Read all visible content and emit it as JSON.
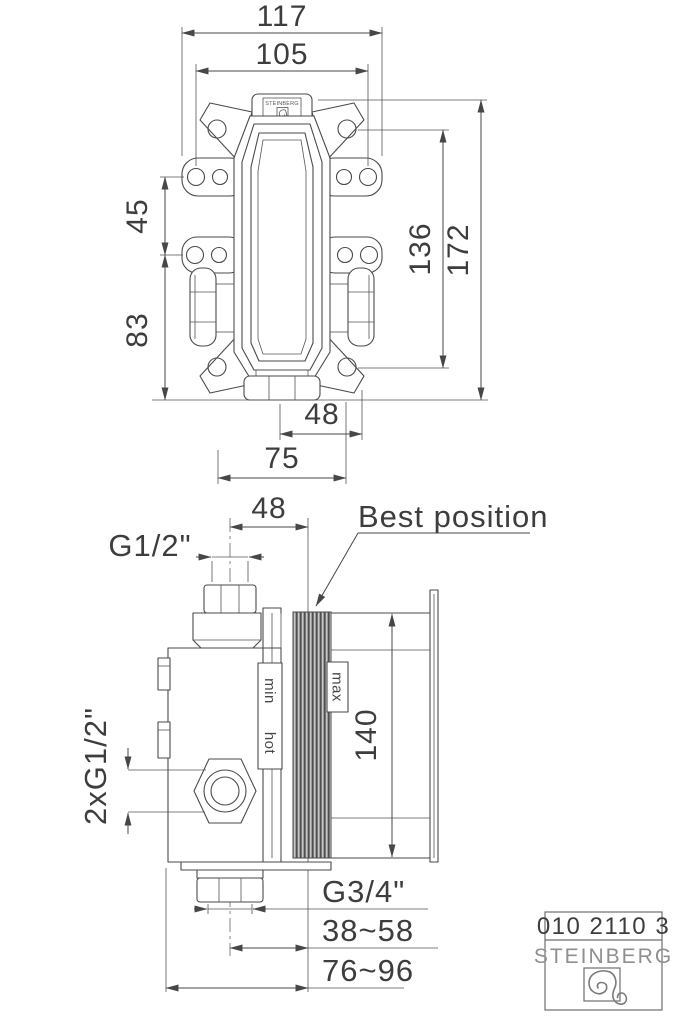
{
  "top_view": {
    "tag_label": "STEINBERG",
    "dims": {
      "d117": "117",
      "d105": "105",
      "d45": "45",
      "d83": "83",
      "d136": "136",
      "d172": "172",
      "d48": "48",
      "d75": "75"
    }
  },
  "side_view": {
    "labels": {
      "best_position": "Best position",
      "top_thread": "G1/2\"",
      "side_threads": "2xG1/2\"",
      "bottom_thread": "G3/4\"",
      "min": "min",
      "hot": "hot",
      "max": "max"
    },
    "dims": {
      "d48": "48",
      "d140": "140",
      "embed_range": "38~58",
      "overall_range": "76~96"
    }
  },
  "title_block": {
    "article_number": "010 2110 3",
    "brand": "STEINBERG"
  }
}
